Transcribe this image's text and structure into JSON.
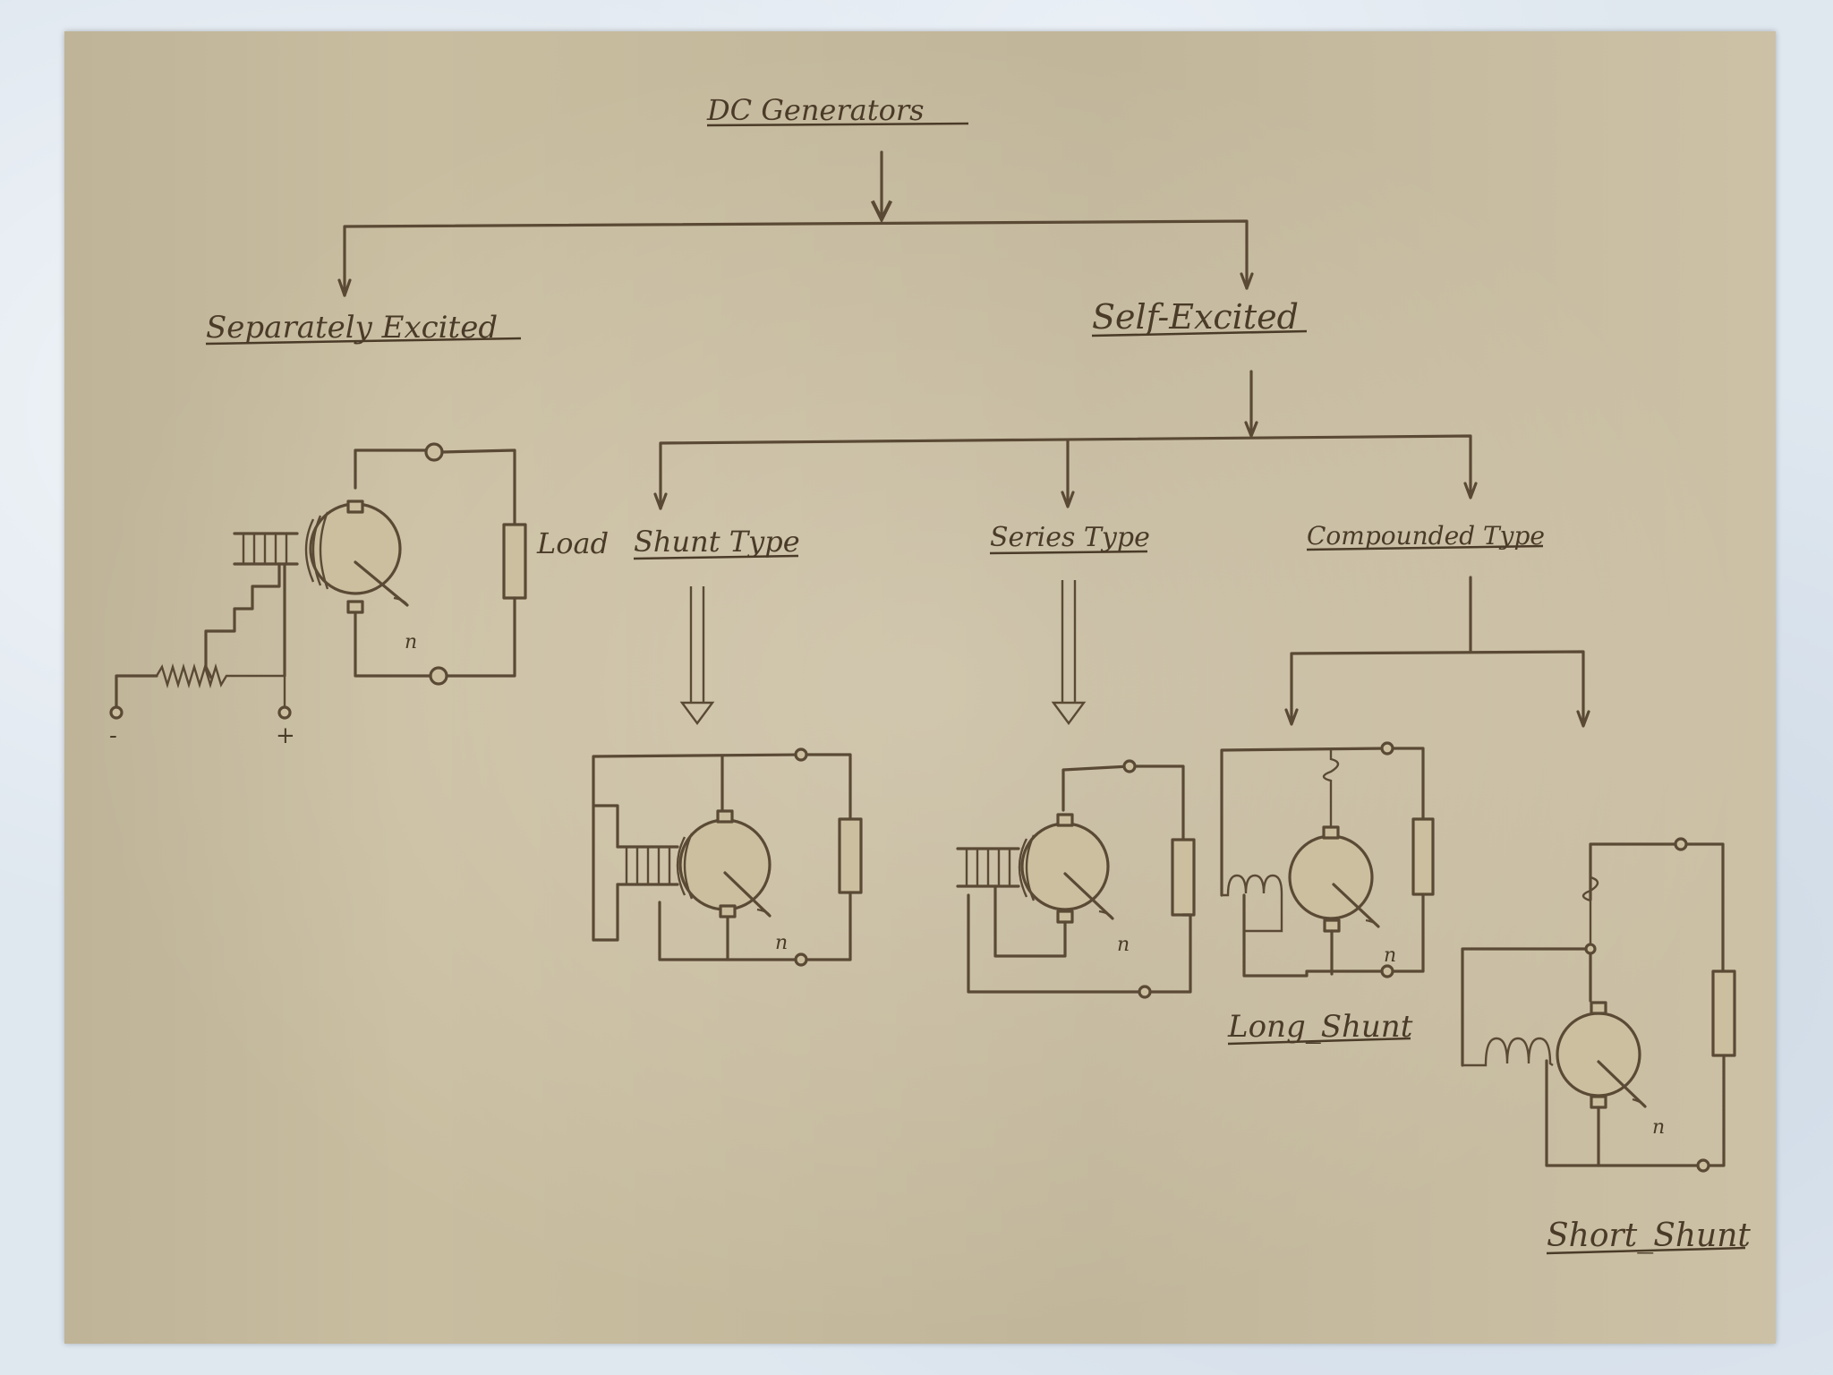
{
  "diagram": {
    "root": "DC Generators",
    "branches": {
      "separately_excited": "Separately Excited",
      "self_excited": "Self-Excited"
    },
    "self_excited_types": {
      "shunt": "Shunt Type",
      "series": "Series Type",
      "compounded": "Compounded Type"
    },
    "compounded_types": {
      "long_shunt": "Long_Shunt",
      "short_shunt": "Short_Shunt"
    },
    "load_label": "Load",
    "polarity": {
      "negative": "-",
      "positive": "+"
    },
    "speed_symbol": "n"
  },
  "colors": {
    "paper": "#c9bda0",
    "ink": "#5a4a35",
    "background": "#dfe7ef"
  }
}
